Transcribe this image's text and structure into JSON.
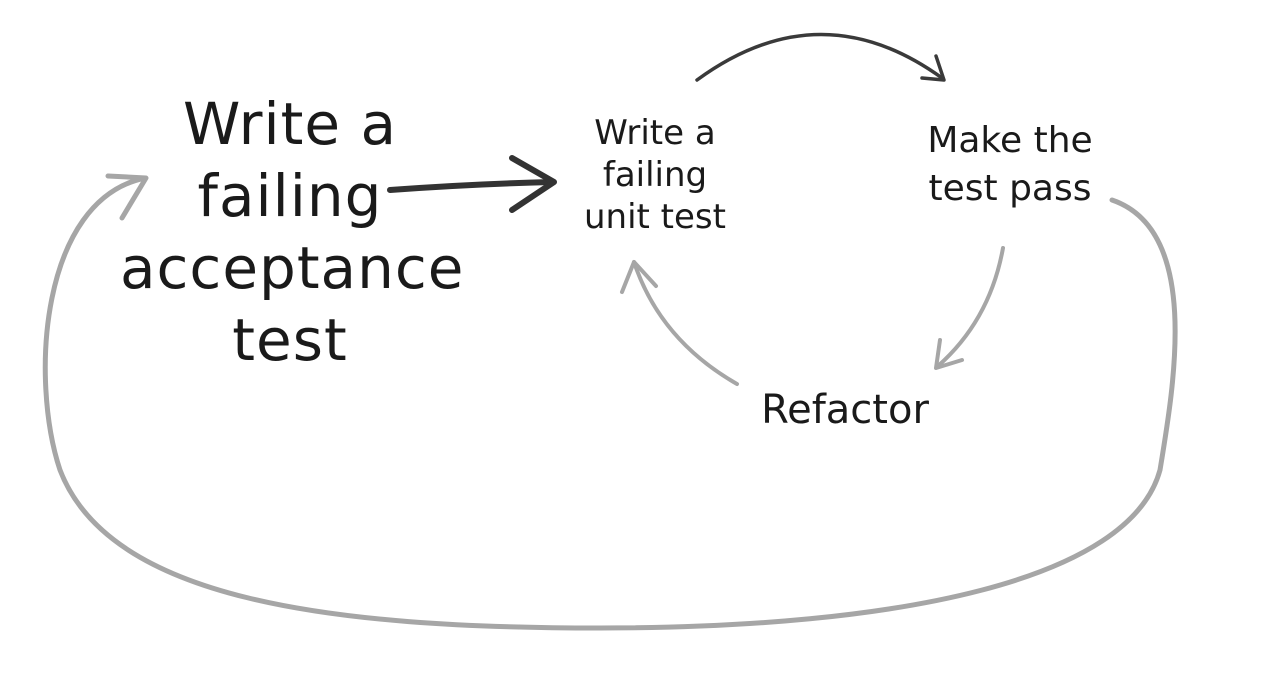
{
  "nodes": {
    "acceptance_test": {
      "lines": [
        "Write a",
        "failing",
        "acceptance",
        "test"
      ]
    },
    "unit_test": {
      "lines": [
        "Write a",
        "failing",
        "unit test"
      ]
    },
    "make_pass": {
      "lines": [
        "Make the",
        "test pass"
      ]
    },
    "refactor": {
      "lines": [
        "Refactor"
      ]
    }
  },
  "colors": {
    "text": "#1a1a1a",
    "arrow_dark": "#333333",
    "arrow_light": "#a6a6a6",
    "background": "#ffffff"
  }
}
